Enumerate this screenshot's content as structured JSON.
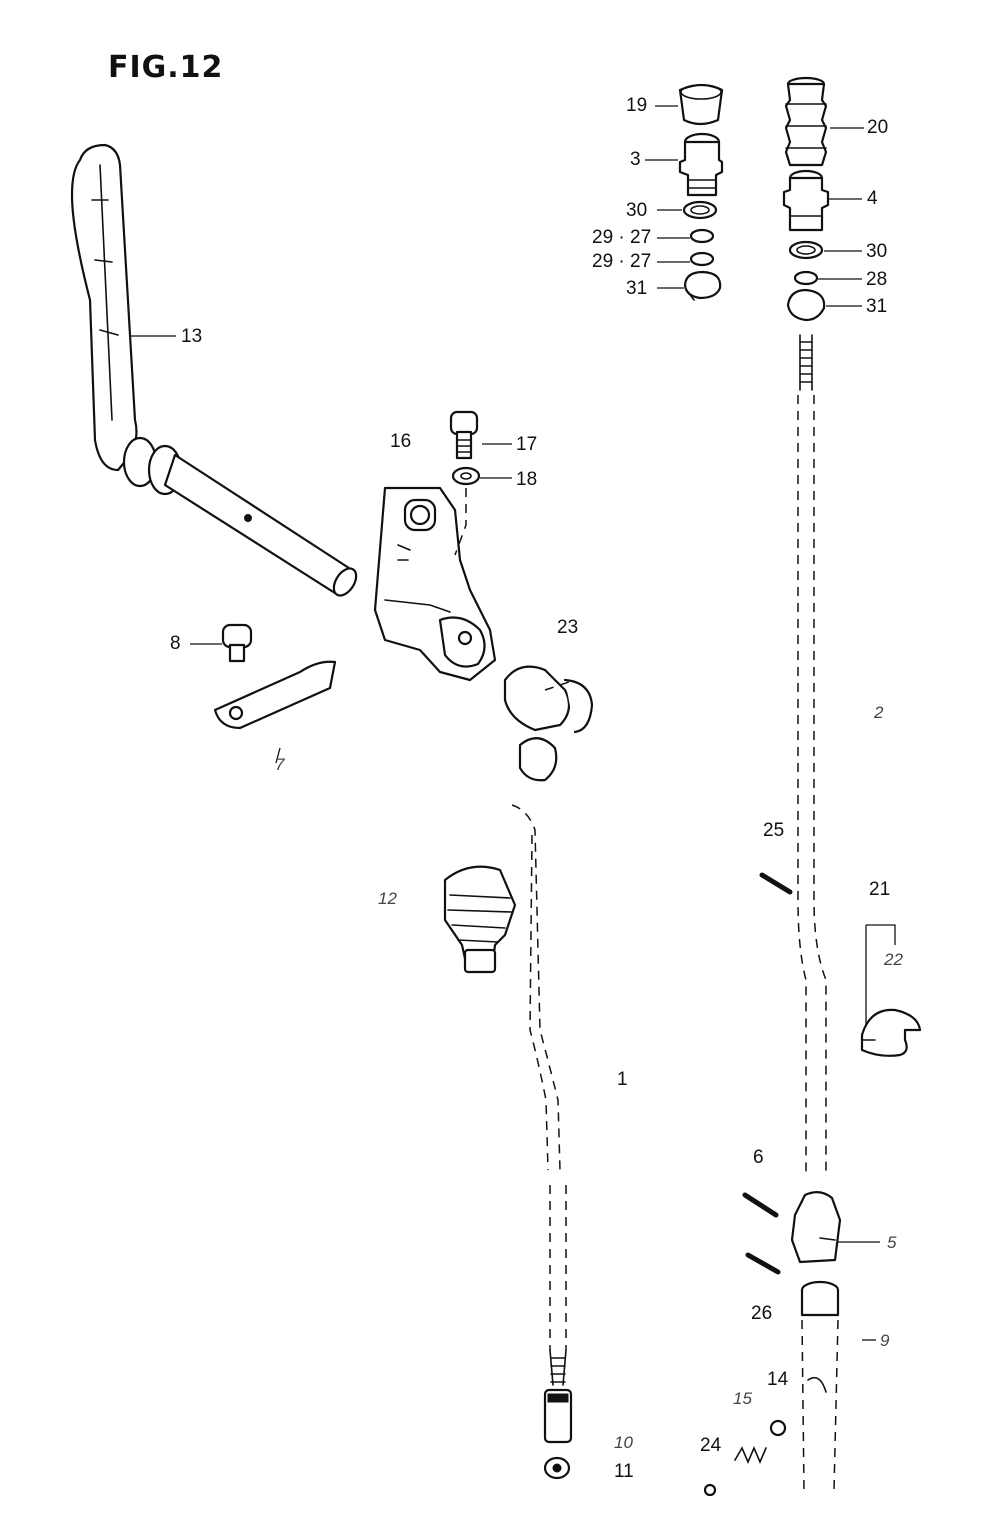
{
  "figure": {
    "title": "FIG.12"
  },
  "parts": [
    {
      "id": "p19",
      "label": "19"
    },
    {
      "id": "p20",
      "label": "20"
    },
    {
      "id": "p3",
      "label": "3"
    },
    {
      "id": "p4",
      "label": "4"
    },
    {
      "id": "p30a",
      "label": "30"
    },
    {
      "id": "p30b",
      "label": "30"
    },
    {
      "id": "p29a",
      "label": "29 · 27"
    },
    {
      "id": "p29b",
      "label": "29 · 27"
    },
    {
      "id": "p28",
      "label": "28"
    },
    {
      "id": "p31a",
      "label": "31"
    },
    {
      "id": "p31b",
      "label": "31"
    },
    {
      "id": "p13",
      "label": "13"
    },
    {
      "id": "p16",
      "label": "16"
    },
    {
      "id": "p17",
      "label": "17"
    },
    {
      "id": "p18",
      "label": "18"
    },
    {
      "id": "p23",
      "label": "23"
    },
    {
      "id": "p8",
      "label": "8"
    },
    {
      "id": "p7",
      "label": "7"
    },
    {
      "id": "p2",
      "label": "2"
    },
    {
      "id": "p25",
      "label": "25"
    },
    {
      "id": "p12",
      "label": "12"
    },
    {
      "id": "p21",
      "label": "21"
    },
    {
      "id": "p22",
      "label": "22"
    },
    {
      "id": "p1",
      "label": "1"
    },
    {
      "id": "p6",
      "label": "6"
    },
    {
      "id": "p5",
      "label": "5"
    },
    {
      "id": "p26",
      "label": "26"
    },
    {
      "id": "p9",
      "label": "9"
    },
    {
      "id": "p14",
      "label": "14"
    },
    {
      "id": "p15",
      "label": "15"
    },
    {
      "id": "p24",
      "label": "24"
    },
    {
      "id": "p10",
      "label": "10"
    },
    {
      "id": "p11",
      "label": "11"
    }
  ]
}
